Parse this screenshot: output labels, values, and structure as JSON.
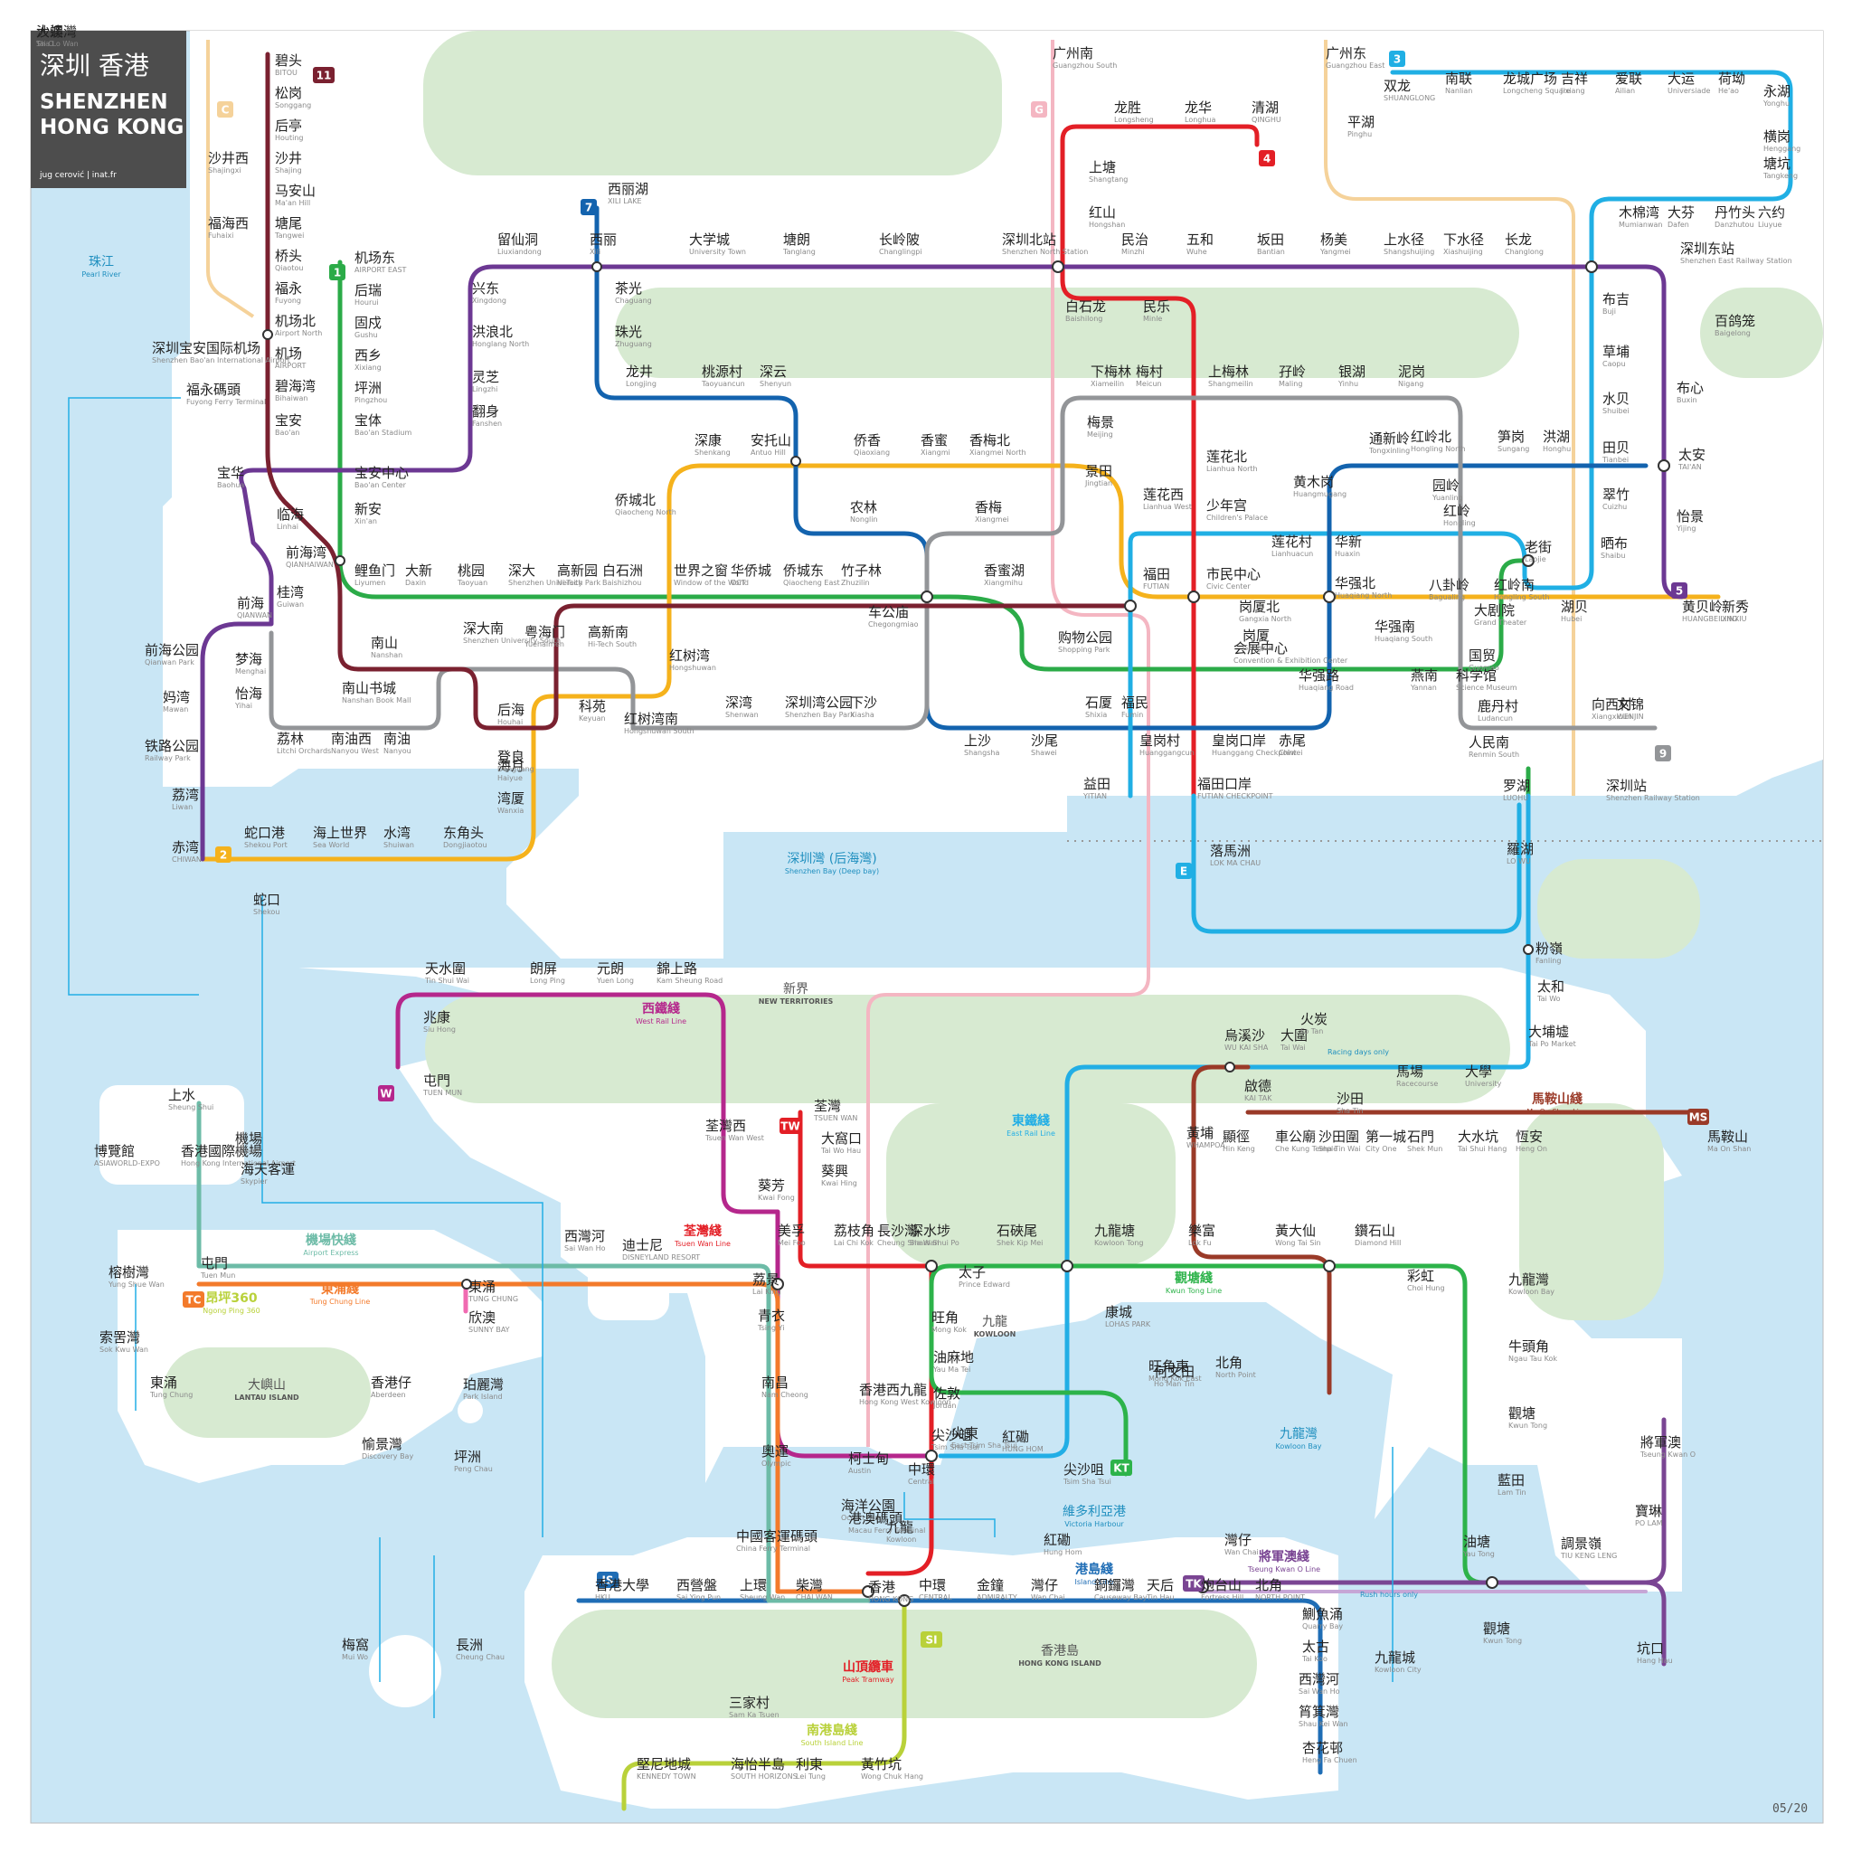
{
  "title": {
    "zh": "深圳 香港",
    "en_line1": "SHENZHEN",
    "en_line2": "HONG KONG",
    "credit": "jug cerović | inat.fr"
  },
  "date": "05/20",
  "colors": {
    "water": "#c9e6f5",
    "land": "#ffffff",
    "park": "#d7ead1",
    "L1": "#2bab48",
    "L2": "#f5b21c",
    "L3": "#20afe4",
    "L4": "#e31f26",
    "L5": "#6c3893",
    "L7": "#1363ae",
    "L9": "#939598",
    "L11": "#7a2130",
    "WestRail": "#b5278c",
    "EastRail": "#22aee5",
    "TsuenWan": "#e31f26",
    "KwunTong": "#2db34a",
    "IslandLine": "#1f6db5",
    "TungChung": "#f37a2b",
    "AirportExpress": "#6dbba7",
    "TseungKwanO": "#7a4593",
    "SouthIsland": "#b9d13a",
    "MaOnShan": "#9a3a28",
    "Disneyland": "#f06ab1",
    "HSR": "#f4b6c2",
    "Guangzhou": "#f5d29a",
    "LightRail": "#f3c42e",
    "Ferry": "#22aee5"
  },
  "areas": [
    {
      "zh": "新界",
      "en": "NEW TERRITORIES"
    },
    {
      "zh": "九龍",
      "en": "KOWLOON"
    },
    {
      "zh": "大嶼山",
      "en": "LANTAU ISLAND"
    },
    {
      "zh": "香港島",
      "en": "HONG KONG ISLAND"
    }
  ],
  "waters": [
    {
      "zh": "珠江",
      "en": "Pearl River"
    },
    {
      "zh": "深圳灣 (后海灣)",
      "en": "Shenzhen Bay (Deep bay)"
    },
    {
      "zh": "維多利亞港",
      "en": "Victoria Harbour"
    },
    {
      "zh": "九龍灣",
      "en": "Kowloon Bay"
    }
  ],
  "lines": [
    {
      "zh": "西鐵綫",
      "en": "West Rail Line"
    },
    {
      "zh": "東鐵綫",
      "en": "East Rail Line"
    },
    {
      "zh": "荃灣綫",
      "en": "Tsuen Wan Line"
    },
    {
      "zh": "觀塘綫",
      "en": "Kwun Tong Line"
    },
    {
      "zh": "港島綫",
      "en": "Island Line"
    },
    {
      "zh": "東涌綫",
      "en": "Tung Chung Line"
    },
    {
      "zh": "機場快綫",
      "en": "Airport Express"
    },
    {
      "zh": "將軍澳綫",
      "en": "Tseung Kwan O Line"
    },
    {
      "zh": "南港島綫",
      "en": "South Island Line"
    },
    {
      "zh": "馬鞍山綫",
      "en": "Ma On Shan Line"
    },
    {
      "zh": "山頂纜車",
      "en": "Peak Tramway"
    },
    {
      "zh": "昂坪360",
      "en": "Ngong Ping 360"
    }
  ],
  "badges": [
    "1",
    "2",
    "3",
    "4",
    "5",
    "7",
    "9",
    "11",
    "C",
    "G",
    "E",
    "W",
    "MS",
    "TW",
    "TC",
    "KT",
    "IS",
    "TK",
    "SI"
  ],
  "notes": {
    "racing": "Racing days only",
    "rush": "Rush hours only"
  },
  "stations": [
    {
      "zh": "碧头",
      "en": "BITOU"
    },
    {
      "zh": "松岗",
      "en": "Songgang"
    },
    {
      "zh": "后亭",
      "en": "Houting"
    },
    {
      "zh": "沙井",
      "en": "Shajing"
    },
    {
      "zh": "马安山",
      "en": "Ma'an Hill"
    },
    {
      "zh": "塘尾",
      "en": "Tangwei"
    },
    {
      "zh": "桥头",
      "en": "Qiaotou"
    },
    {
      "zh": "福永",
      "en": "Fuyong"
    },
    {
      "zh": "机场北",
      "en": "Airport North"
    },
    {
      "zh": "机场",
      "en": "AIRPORT"
    },
    {
      "zh": "碧海湾",
      "en": "Bihaiwan"
    },
    {
      "zh": "宝安",
      "en": "Bao'an"
    },
    {
      "zh": "沙井西",
      "en": "Shajingxi"
    },
    {
      "zh": "福海西",
      "en": "Fuhaixi"
    },
    {
      "zh": "机场东",
      "en": "AIRPORT EAST"
    },
    {
      "zh": "后瑞",
      "en": "Hourui"
    },
    {
      "zh": "固戍",
      "en": "Gushu"
    },
    {
      "zh": "西乡",
      "en": "Xixiang"
    },
    {
      "zh": "坪洲",
      "en": "Pingzhou"
    },
    {
      "zh": "宝体",
      "en": "Bao'an Stadium"
    },
    {
      "zh": "宝安中心",
      "en": "Bao'an Center"
    },
    {
      "zh": "新安",
      "en": "Xin'an"
    },
    {
      "zh": "前海湾",
      "en": "QIANHAIWAN"
    },
    {
      "zh": "宝华",
      "en": "Baohua"
    },
    {
      "zh": "临海",
      "en": "Linhai"
    },
    {
      "zh": "前海",
      "en": "QIANWAN"
    },
    {
      "zh": "桂湾",
      "en": "Guiwan"
    },
    {
      "zh": "前海公园",
      "en": "Qianwan Park"
    },
    {
      "zh": "妈湾",
      "en": "Mawan"
    },
    {
      "zh": "铁路公园",
      "en": "Railway Park"
    },
    {
      "zh": "荔湾",
      "en": "Liwan"
    },
    {
      "zh": "赤湾",
      "en": "CHIWAN"
    },
    {
      "zh": "梦海",
      "en": "Menghai"
    },
    {
      "zh": "怡海",
      "en": "Yihai"
    },
    {
      "zh": "荔林",
      "en": "Litchi Orchards"
    },
    {
      "zh": "南油西",
      "en": "Nanyou West"
    },
    {
      "zh": "南油",
      "en": "Nanyou"
    },
    {
      "zh": "南山书城",
      "en": "Nanshan Book Mall"
    },
    {
      "zh": "南山",
      "en": "Nanshan"
    },
    {
      "zh": "深大南",
      "en": "Shenzhen University South"
    },
    {
      "zh": "粤海门",
      "en": "Yuehaimen"
    },
    {
      "zh": "高新南",
      "en": "Hi-Tech South"
    },
    {
      "zh": "蛇口港",
      "en": "Shekou Port"
    },
    {
      "zh": "海上世界",
      "en": "Sea World"
    },
    {
      "zh": "水湾",
      "en": "Shuiwan"
    },
    {
      "zh": "东角头",
      "en": "Dongjiaotou"
    },
    {
      "zh": "湾厦",
      "en": "Wanxia"
    },
    {
      "zh": "海月",
      "en": "Haiyue"
    },
    {
      "zh": "登良",
      "en": "Dengliang"
    },
    {
      "zh": "后海",
      "en": "Houhai"
    },
    {
      "zh": "科苑",
      "en": "Keyuan"
    },
    {
      "zh": "红树湾南",
      "en": "Hongshuwan South"
    },
    {
      "zh": "红树湾",
      "en": "Hongshuwan"
    },
    {
      "zh": "鲤鱼门",
      "en": "Liyumen"
    },
    {
      "zh": "大新",
      "en": "Daxin"
    },
    {
      "zh": "桃园",
      "en": "Taoyuan"
    },
    {
      "zh": "深大",
      "en": "Shenzhen University"
    },
    {
      "zh": "高新园",
      "en": "Hi-Tech Park"
    },
    {
      "zh": "白石洲",
      "en": "Baishizhou"
    },
    {
      "zh": "世界之窗",
      "en": "Window of the World"
    },
    {
      "zh": "华侨城",
      "en": "OCT"
    },
    {
      "zh": "侨城东",
      "en": "Qiaocheng East"
    },
    {
      "zh": "竹子林",
      "en": "Zhuzilin"
    },
    {
      "zh": "车公庙",
      "en": "Chegongmiao"
    },
    {
      "zh": "香蜜湖",
      "en": "Xiangmihu"
    },
    {
      "zh": "购物公园",
      "en": "Shopping Park"
    },
    {
      "zh": "侨城北",
      "en": "Qiaocheng North"
    },
    {
      "zh": "深康",
      "en": "Shenkang"
    },
    {
      "zh": "安托山",
      "en": "Antuo Hill"
    },
    {
      "zh": "侨香",
      "en": "Qiaoxiang"
    },
    {
      "zh": "香蜜",
      "en": "Xiangmi"
    },
    {
      "zh": "香梅北",
      "en": "Xiangmei North"
    },
    {
      "zh": "农林",
      "en": "Nonglin"
    },
    {
      "zh": "香梅",
      "en": "Xiangmei"
    },
    {
      "zh": "深湾",
      "en": "Shenwan"
    },
    {
      "zh": "深圳湾公园",
      "en": "Shenzhen Bay Park"
    },
    {
      "zh": "下沙",
      "en": "Xiasha"
    },
    {
      "zh": "上沙",
      "en": "Shangsha"
    },
    {
      "zh": "沙尾",
      "en": "Shawei"
    },
    {
      "zh": "石厦",
      "en": "Shixia"
    },
    {
      "zh": "福民",
      "en": "Fumin"
    },
    {
      "zh": "皇岗村",
      "en": "Huanggangcun"
    },
    {
      "zh": "皇岗口岸",
      "en": "Huanggang Checkpoint"
    },
    {
      "zh": "赤尾",
      "en": "Chiwei"
    },
    {
      "zh": "益田",
      "en": "YITIAN"
    },
    {
      "zh": "福田口岸",
      "en": "FUTIAN CHECKPOINT"
    },
    {
      "zh": "落馬洲",
      "en": "LOK MA CHAU"
    },
    {
      "zh": "留仙洞",
      "en": "Liuxiandong"
    },
    {
      "zh": "西丽",
      "en": "Xili"
    },
    {
      "zh": "大学城",
      "en": "University Town"
    },
    {
      "zh": "塘朗",
      "en": "Tanglang"
    },
    {
      "zh": "长岭陂",
      "en": "Changlingpi"
    },
    {
      "zh": "深圳北站",
      "en": "Shenzhen North Station"
    },
    {
      "zh": "民治",
      "en": "Minzhi"
    },
    {
      "zh": "五和",
      "en": "Wuhe"
    },
    {
      "zh": "坂田",
      "en": "Bantian"
    },
    {
      "zh": "杨美",
      "en": "Yangmei"
    },
    {
      "zh": "上水径",
      "en": "Shangshuijing"
    },
    {
      "zh": "下水径",
      "en": "Xiashuijing"
    },
    {
      "zh": "长龙",
      "en": "Changlong"
    },
    {
      "zh": "兴东",
      "en": "Xingdong"
    },
    {
      "zh": "洪浪北",
      "en": "Honglang North"
    },
    {
      "zh": "灵芝",
      "en": "Lingzhi"
    },
    {
      "zh": "翻身",
      "en": "Fanshen"
    },
    {
      "zh": "西丽湖",
      "en": "XILI LAKE"
    },
    {
      "zh": "茶光",
      "en": "Chaguang"
    },
    {
      "zh": "珠光",
      "en": "Zhuguang"
    },
    {
      "zh": "龙井",
      "en": "Longjing"
    },
    {
      "zh": "桃源村",
      "en": "Taoyuancun"
    },
    {
      "zh": "深云",
      "en": "Shenyun"
    },
    {
      "zh": "龙胜",
      "en": "Longsheng"
    },
    {
      "zh": "龙华",
      "en": "Longhua"
    },
    {
      "zh": "清湖",
      "en": "QINGHU"
    },
    {
      "zh": "上塘",
      "en": "Shangtang"
    },
    {
      "zh": "红山",
      "en": "Hongshan"
    },
    {
      "zh": "白石龙",
      "en": "Baishilong"
    },
    {
      "zh": "民乐",
      "en": "Minle"
    },
    {
      "zh": "上梅林",
      "en": "Shangmeilin"
    },
    {
      "zh": "莲花北",
      "en": "Lianhua North"
    },
    {
      "zh": "少年宫",
      "en": "Children's Palace"
    },
    {
      "zh": "市民中心",
      "en": "Civic Center"
    },
    {
      "zh": "会展中心",
      "en": "Convention & Exhibition Center"
    },
    {
      "zh": "福田",
      "en": "FUTIAN"
    },
    {
      "zh": "下梅林",
      "en": "Xiameilin"
    },
    {
      "zh": "梅村",
      "en": "Meicun"
    },
    {
      "zh": "梅景",
      "en": "Meijing"
    },
    {
      "zh": "景田",
      "en": "Jingtian"
    },
    {
      "zh": "莲花西",
      "en": "Lianhua West"
    },
    {
      "zh": "孖岭",
      "en": "Maling"
    },
    {
      "zh": "银湖",
      "en": "Yinhu"
    },
    {
      "zh": "泥岗",
      "en": "Nigang"
    },
    {
      "zh": "黄木岗",
      "en": "Huangmugang"
    },
    {
      "zh": "莲花村",
      "en": "Lianhuacun"
    },
    {
      "zh": "岗厦北",
      "en": "Gangxia North"
    },
    {
      "zh": "岗厦",
      "en": "Gangxia"
    },
    {
      "zh": "华强路",
      "en": "Huaqiang Road"
    },
    {
      "zh": "华新",
      "en": "Huaxin"
    },
    {
      "zh": "华强北",
      "en": "Huaqiang North"
    },
    {
      "zh": "华强南",
      "en": "Huaqiang South"
    },
    {
      "zh": "八卦岭",
      "en": "Bagualing"
    },
    {
      "zh": "通新岭",
      "en": "Tongxinling"
    },
    {
      "zh": "红岭北",
      "en": "Hongling North"
    },
    {
      "zh": "园岭",
      "en": "Yuanling"
    },
    {
      "zh": "红岭",
      "en": "Hongling"
    },
    {
      "zh": "红岭南",
      "en": "Hongling South"
    },
    {
      "zh": "燕南",
      "en": "Yannan"
    },
    {
      "zh": "科学馆",
      "en": "Science Museum"
    },
    {
      "zh": "笋岗",
      "en": "Sungang"
    },
    {
      "zh": "洪湖",
      "en": "Honghu"
    },
    {
      "zh": "老街",
      "en": "Laojie"
    },
    {
      "zh": "大剧院",
      "en": "Grand Theater"
    },
    {
      "zh": "国贸",
      "en": "Guomao"
    },
    {
      "zh": "鹿丹村",
      "en": "Ludancun"
    },
    {
      "zh": "人民南",
      "en": "Renmin South"
    },
    {
      "zh": "罗湖",
      "en": "LUOHU"
    },
    {
      "zh": "羅湖",
      "en": "LO WU"
    },
    {
      "zh": "深圳站",
      "en": "Shenzhen Railway Station"
    },
    {
      "zh": "向西村",
      "en": "Xiangxicun"
    },
    {
      "zh": "文锦",
      "en": "WENJIN"
    },
    {
      "zh": "湖贝",
      "en": "Hubei"
    },
    {
      "zh": "黄贝岭",
      "en": "HUANGBEILING"
    },
    {
      "zh": "新秀",
      "en": "XINXIU"
    },
    {
      "zh": "晒布",
      "en": "Shaibu"
    },
    {
      "zh": "翠竹",
      "en": "Cuizhu"
    },
    {
      "zh": "田贝",
      "en": "Tianbei"
    },
    {
      "zh": "水贝",
      "en": "Shuibei"
    },
    {
      "zh": "草埔",
      "en": "Caopu"
    },
    {
      "zh": "布吉",
      "en": "Buji"
    },
    {
      "zh": "太安",
      "en": "TAI'AN"
    },
    {
      "zh": "怡景",
      "en": "Yijing"
    },
    {
      "zh": "布心",
      "en": "Buxin"
    },
    {
      "zh": "百鸽笼",
      "en": "Baigelong"
    },
    {
      "zh": "深圳东站",
      "en": "Shenzhen East Railway Station"
    },
    {
      "zh": "木棉湾",
      "en": "Mumianwan"
    },
    {
      "zh": "大芬",
      "en": "Dafen"
    },
    {
      "zh": "丹竹头",
      "en": "Danzhutou"
    },
    {
      "zh": "六约",
      "en": "Liuyue"
    },
    {
      "zh": "塘坑",
      "en": "Tangkeng"
    },
    {
      "zh": "横岗",
      "en": "Henggang"
    },
    {
      "zh": "永湖",
      "en": "Yonghu"
    },
    {
      "zh": "荷坳",
      "en": "He'ao"
    },
    {
      "zh": "大运",
      "en": "Universiade"
    },
    {
      "zh": "爱联",
      "en": "Ailian"
    },
    {
      "zh": "吉祥",
      "en": "Jixiang"
    },
    {
      "zh": "龙城广场",
      "en": "Longcheng Square"
    },
    {
      "zh": "南联",
      "en": "Nanlian"
    },
    {
      "zh": "双龙",
      "en": "SHUANGLONG"
    },
    {
      "zh": "平湖",
      "en": "Pinghu"
    },
    {
      "zh": "广州东",
      "en": "Guangzhou East"
    },
    {
      "zh": "广州南",
      "en": "Guangzhou South"
    },
    {
      "zh": "深圳宝安国际机场",
      "en": "Shenzhen Bao'an International Airport"
    },
    {
      "zh": "福永碼頭",
      "en": "Fuyong Ferry Terminal"
    },
    {
      "zh": "蛇口",
      "en": "Shekou"
    },
    {
      "zh": "天水圍",
      "en": "Tin Shui Wai"
    },
    {
      "zh": "朗屏",
      "en": "Long Ping"
    },
    {
      "zh": "元朗",
      "en": "Yuen Long"
    },
    {
      "zh": "錦上路",
      "en": "Kam Sheung Road"
    },
    {
      "zh": "兆康",
      "en": "Siu Hong"
    },
    {
      "zh": "屯門",
      "en": "TUEN MUN"
    },
    {
      "zh": "荃灣西",
      "en": "Tsuen Wan West"
    },
    {
      "zh": "荃灣",
      "en": "TSUEN WAN"
    },
    {
      "zh": "大窩口",
      "en": "Tai Wo Hau"
    },
    {
      "zh": "葵興",
      "en": "Kwai Hing"
    },
    {
      "zh": "葵芳",
      "en": "Kwai Fong"
    },
    {
      "zh": "美孚",
      "en": "Mei Foo"
    },
    {
      "zh": "荔景",
      "en": "Lai King"
    },
    {
      "zh": "荔枝角",
      "en": "Lai Chi Kok"
    },
    {
      "zh": "長沙灣",
      "en": "Cheung Sha Wan"
    },
    {
      "zh": "深水埗",
      "en": "Sham Shui Po"
    },
    {
      "zh": "石硤尾",
      "en": "Shek Kip Mei"
    },
    {
      "zh": "太子",
      "en": "Prince Edward"
    },
    {
      "zh": "旺角",
      "en": "Mong Kok"
    },
    {
      "zh": "油麻地",
      "en": "Yau Ma Tei"
    },
    {
      "zh": "佐敦",
      "en": "Jordan"
    },
    {
      "zh": "尖沙咀",
      "en": "Tsim Sha Tsui"
    },
    {
      "zh": "尖東",
      "en": "East Tsim Sha Tsui"
    },
    {
      "zh": "紅磡",
      "en": "HUNG HOM"
    },
    {
      "zh": "柯士甸",
      "en": "Austin"
    },
    {
      "zh": "香港西九龍",
      "en": "Hong Kong West Kowloon"
    },
    {
      "zh": "九龍塘",
      "en": "Kowloon Tong"
    },
    {
      "zh": "樂富",
      "en": "Lok Fu"
    },
    {
      "zh": "黃大仙",
      "en": "Wong Tai Sin"
    },
    {
      "zh": "鑽石山",
      "en": "Diamond Hill"
    },
    {
      "zh": "彩虹",
      "en": "Choi Hung"
    },
    {
      "zh": "九龍灣",
      "en": "Kowloon Bay"
    },
    {
      "zh": "牛頭角",
      "en": "Ngau Tau Kok"
    },
    {
      "zh": "觀塘",
      "en": "Kwun Tong"
    },
    {
      "zh": "藍田",
      "en": "Lam Tin"
    },
    {
      "zh": "油塘",
      "en": "Yau Tong"
    },
    {
      "zh": "調景嶺",
      "en": "TIU KENG LENG"
    },
    {
      "zh": "將軍澳",
      "en": "Tseung Kwan O"
    },
    {
      "zh": "寶琳",
      "en": "PO LAM"
    },
    {
      "zh": "坑口",
      "en": "Hang Hau"
    },
    {
      "zh": "康城",
      "en": "LOHAS PARK"
    },
    {
      "zh": "旺角東",
      "en": "Mong Kok East"
    },
    {
      "zh": "何文田",
      "en": "Ho Man Tin"
    },
    {
      "zh": "黃埔",
      "en": "WHAMPOA"
    },
    {
      "zh": "啟德",
      "en": "KAI TAK"
    },
    {
      "zh": "顯徑",
      "en": "Hin Keng"
    },
    {
      "zh": "車公廟",
      "en": "Che Kung Temple"
    },
    {
      "zh": "沙田圍",
      "en": "Sha Tin Wai"
    },
    {
      "zh": "第一城",
      "en": "City One"
    },
    {
      "zh": "石門",
      "en": "Shek Mun"
    },
    {
      "zh": "大水坑",
      "en": "Tai Shui Hang"
    },
    {
      "zh": "恆安",
      "en": "Heng On"
    },
    {
      "zh": "馬鞍山",
      "en": "Ma On Shan"
    },
    {
      "zh": "烏溪沙",
      "en": "WU KAI SHA"
    },
    {
      "zh": "大圍",
      "en": "Tai Wai"
    },
    {
      "zh": "沙田",
      "en": "Sha Tin"
    },
    {
      "zh": "火炭",
      "en": "Fo Tan"
    },
    {
      "zh": "馬場",
      "en": "Racecourse"
    },
    {
      "zh": "大學",
      "en": "University"
    },
    {
      "zh": "大埔墟",
      "en": "Tai Po Market"
    },
    {
      "zh": "太和",
      "en": "Tai Wo"
    },
    {
      "zh": "粉嶺",
      "en": "Fanling"
    },
    {
      "zh": "上水",
      "en": "Sheung Shui"
    },
    {
      "zh": "博覽館",
      "en": "ASIAWORLD-EXPO"
    },
    {
      "zh": "香港國際機場",
      "en": "Hong Kong International Airport"
    },
    {
      "zh": "機場",
      "en": "Airport"
    },
    {
      "zh": "海天客運",
      "en": "Skypier"
    },
    {
      "zh": "屯門",
      "en": "Tuen Mun"
    },
    {
      "zh": "東涌",
      "en": "TUNG CHUNG"
    },
    {
      "zh": "欣澳",
      "en": "SUNNY BAY"
    },
    {
      "zh": "迪士尼",
      "en": "DISNEYLAND RESORT"
    },
    {
      "zh": "青衣",
      "en": "Tsing Yi"
    },
    {
      "zh": "南昌",
      "en": "Nam Cheong"
    },
    {
      "zh": "奧運",
      "en": "Olympic"
    },
    {
      "zh": "九龍",
      "en": "Kowloon"
    },
    {
      "zh": "香港",
      "en": "HONG KONG"
    },
    {
      "zh": "中環",
      "en": "CENTRAL"
    },
    {
      "zh": "金鐘",
      "en": "ADMIRALTY"
    },
    {
      "zh": "灣仔",
      "en": "Wan Chai"
    },
    {
      "zh": "銅鑼灣",
      "en": "Causeway Bay"
    },
    {
      "zh": "天后",
      "en": "Tin Hau"
    },
    {
      "zh": "炮台山",
      "en": "Fortress Hill"
    },
    {
      "zh": "北角",
      "en": "NORTH POINT"
    },
    {
      "zh": "鰂魚涌",
      "en": "Quarry Bay"
    },
    {
      "zh": "太古",
      "en": "Tai Koo"
    },
    {
      "zh": "西灣河",
      "en": "Sai Wan Ho"
    },
    {
      "zh": "筲箕灣",
      "en": "Shau Kei Wan"
    },
    {
      "zh": "杏花邨",
      "en": "Heng Fa Chuen"
    },
    {
      "zh": "柴灣",
      "en": "CHAI WAN"
    },
    {
      "zh": "上環",
      "en": "Sheung Wan"
    },
    {
      "zh": "西營盤",
      "en": "Sai Ying Pun"
    },
    {
      "zh": "香港大學",
      "en": "HKU"
    },
    {
      "zh": "堅尼地城",
      "en": "KENNEDY TOWN"
    },
    {
      "zh": "海怡半島",
      "en": "SOUTH HORIZONS"
    },
    {
      "zh": "利東",
      "en": "Lei Tung"
    },
    {
      "zh": "黃竹坑",
      "en": "Wong Chuk Hang"
    },
    {
      "zh": "海洋公園",
      "en": "Ocean Park"
    },
    {
      "zh": "中國客運碼頭",
      "en": "China Ferry Terminal"
    },
    {
      "zh": "港澳碼頭",
      "en": "Macau Ferry Terminal"
    },
    {
      "zh": "中環",
      "en": "Central"
    },
    {
      "zh": "尖沙咀",
      "en": "Tsim Sha Tsui"
    },
    {
      "zh": "紅磡",
      "en": "Hung Hom"
    },
    {
      "zh": "灣仔",
      "en": "Wan Chai"
    },
    {
      "zh": "北角",
      "en": "North Point"
    },
    {
      "zh": "觀塘",
      "en": "Kwun Tong"
    },
    {
      "zh": "九龍城",
      "en": "Kowloon City"
    },
    {
      "zh": "三家村",
      "en": "Sam Ka Tsuen"
    },
    {
      "zh": "西灣河",
      "en": "Sai Wan Ho"
    },
    {
      "zh": "香港仔",
      "en": "Aberdeen"
    },
    {
      "zh": "珀麗灣",
      "en": "Park Island"
    },
    {
      "zh": "愉景灣",
      "en": "Discovery Bay"
    },
    {
      "zh": "坪洲",
      "en": "Peng Chau"
    },
    {
      "zh": "梅窩",
      "en": "Mui Wo"
    },
    {
      "zh": "長洲",
      "en": "Cheung Chau"
    },
    {
      "zh": "榕樹灣",
      "en": "Yung Shue Wan"
    },
    {
      "zh": "索罟灣",
      "en": "Sok Kwu Wan"
    },
    {
      "zh": "東涌",
      "en": "Tung Chung"
    },
    {
      "zh": "沙螺灣",
      "en": "Sha Lo Wan"
    },
    {
      "zh": "大澳",
      "en": "Tai O"
    }
  ]
}
